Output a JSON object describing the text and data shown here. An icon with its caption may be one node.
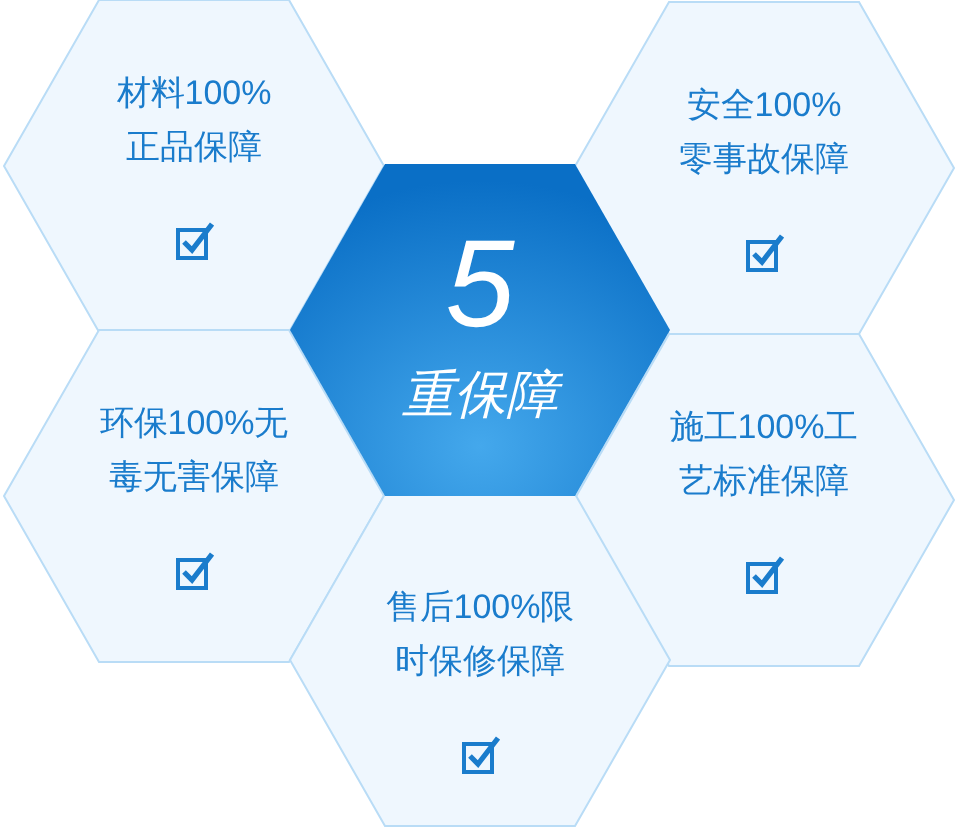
{
  "diagram": {
    "nodes": [
      {
        "text": [
          "材料100%正品保障"
        ]
      },
      {
        "text": [
          "安全100%零事故保障"
        ]
      },
      {
        "text": [
          "5",
          "重保障"
        ]
      },
      {
        "text": [
          "环保100%无毒无害保障"
        ]
      },
      {
        "text": [
          "施工100%工艺标准保障"
        ]
      },
      {
        "text": [
          "售后100%限时保修保障"
        ]
      }
    ]
  }
}
